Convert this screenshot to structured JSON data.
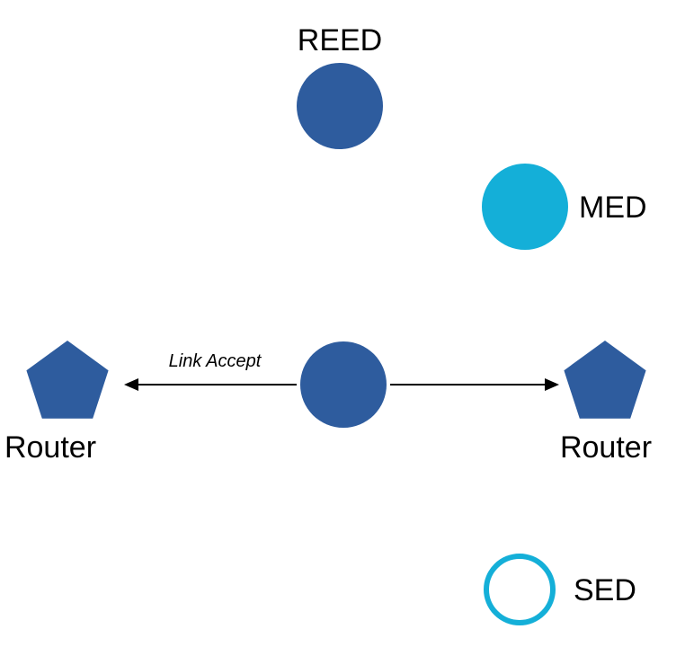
{
  "diagram": {
    "colors": {
      "node_blue": "#2E5C9E",
      "node_cyan": "#14AFD8",
      "arrow": "#000000",
      "text": "#000000",
      "background": "#FFFFFF"
    },
    "nodes": {
      "reed": {
        "label": "REED",
        "shape": "circle",
        "style": "solid-blue"
      },
      "med": {
        "label": "MED",
        "shape": "circle",
        "style": "solid-cyan"
      },
      "center": {
        "label": "",
        "shape": "circle",
        "style": "solid-blue"
      },
      "router_left": {
        "label": "Router",
        "shape": "pentagon",
        "style": "solid-blue"
      },
      "router_right": {
        "label": "Router",
        "shape": "pentagon",
        "style": "solid-blue"
      },
      "sed": {
        "label": "SED",
        "shape": "circle",
        "style": "outline-cyan"
      }
    },
    "edges": {
      "left_arrow": {
        "label": "Link Accept",
        "from": "center",
        "to": "router_left",
        "direction": "left"
      },
      "right_arrow": {
        "label": "",
        "from": "center",
        "to": "router_right",
        "direction": "right"
      }
    }
  }
}
